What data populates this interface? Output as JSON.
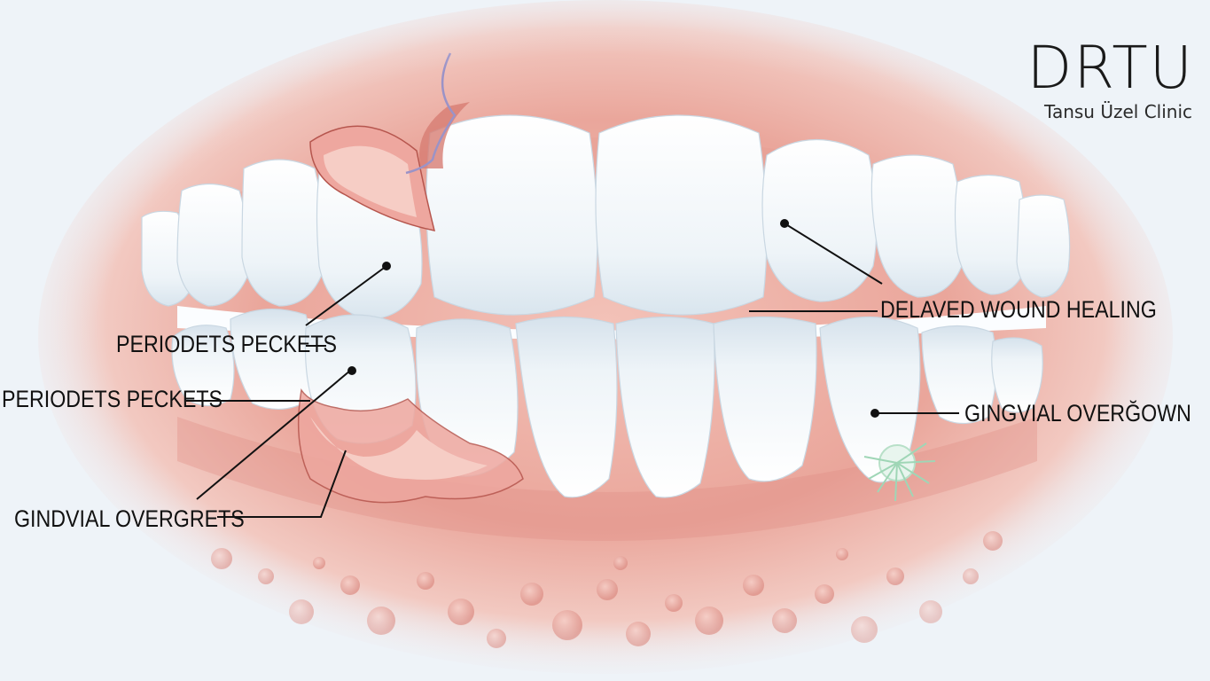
{
  "brand": {
    "title": "DRTU",
    "subtitle": "Tansu Üzel Clinic"
  },
  "labels": {
    "periodontal_pockets_upper": "PERIODETS PECKETS",
    "periodontal_pockets_lower": "PERIODETS PECKETS",
    "gingival_overgrowth_left": "GINDVIAL OVERGRETS",
    "delayed_wound_healing": "DELAVED WOUND HEALING",
    "gingival_overgrowth_right": "GINGVIAL OVERĞOWN"
  },
  "colors": {
    "background": "#eef3f8",
    "gum": "#e8a39a",
    "gum_dark": "#c9655c",
    "tooth": "#f4f8fb",
    "leader_line": "#111111"
  }
}
